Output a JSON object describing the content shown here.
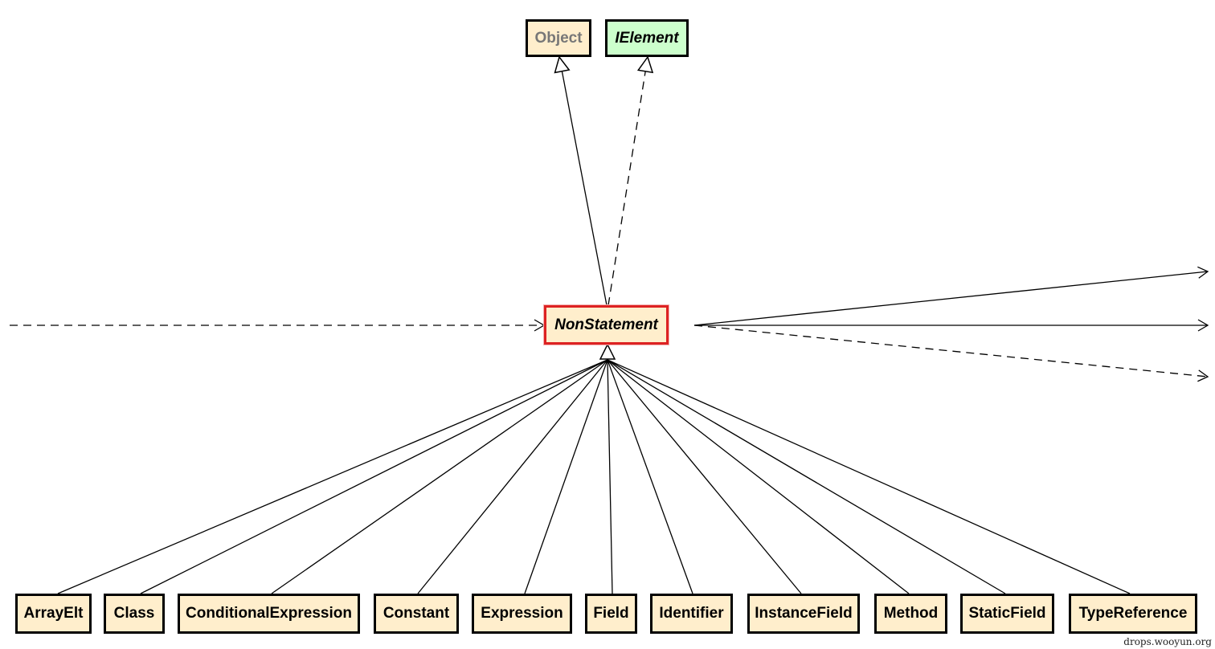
{
  "diagram": {
    "center": {
      "id": "NonStatement",
      "label": "NonStatement"
    },
    "parents": [
      {
        "id": "Object",
        "label": "Object"
      },
      {
        "id": "IElement",
        "label": "IElement"
      }
    ],
    "children": [
      {
        "id": "ArrayElt",
        "label": "ArrayElt"
      },
      {
        "id": "Class",
        "label": "Class"
      },
      {
        "id": "ConditionalExpression",
        "label": "ConditionalExpression"
      },
      {
        "id": "Constant",
        "label": "Constant"
      },
      {
        "id": "Expression",
        "label": "Expression"
      },
      {
        "id": "Field",
        "label": "Field"
      },
      {
        "id": "Identifier",
        "label": "Identifier"
      },
      {
        "id": "InstanceField",
        "label": "InstanceField"
      },
      {
        "id": "Method",
        "label": "Method"
      },
      {
        "id": "StaticField",
        "label": "StaticField"
      },
      {
        "id": "TypeReference",
        "label": "TypeReference"
      }
    ],
    "edges": [
      {
        "from": "NonStatement",
        "to": "Object",
        "kind": "generalization"
      },
      {
        "from": "NonStatement",
        "to": "IElement",
        "kind": "realization"
      },
      {
        "from": "ArrayElt",
        "to": "NonStatement",
        "kind": "generalization"
      },
      {
        "from": "Class",
        "to": "NonStatement",
        "kind": "generalization"
      },
      {
        "from": "ConditionalExpression",
        "to": "NonStatement",
        "kind": "generalization"
      },
      {
        "from": "Constant",
        "to": "NonStatement",
        "kind": "generalization"
      },
      {
        "from": "Expression",
        "to": "NonStatement",
        "kind": "generalization"
      },
      {
        "from": "Field",
        "to": "NonStatement",
        "kind": "generalization"
      },
      {
        "from": "Identifier",
        "to": "NonStatement",
        "kind": "generalization"
      },
      {
        "from": "InstanceField",
        "to": "NonStatement",
        "kind": "generalization"
      },
      {
        "from": "Method",
        "to": "NonStatement",
        "kind": "generalization"
      },
      {
        "from": "StaticField",
        "to": "NonStatement",
        "kind": "generalization"
      },
      {
        "from": "TypeReference",
        "to": "NonStatement",
        "kind": "generalization"
      },
      {
        "from": "offscreen-left",
        "to": "NonStatement",
        "kind": "dependency"
      },
      {
        "from": "NonStatement",
        "to": "offscreen-right-1",
        "kind": "association"
      },
      {
        "from": "NonStatement",
        "to": "offscreen-right-2",
        "kind": "association"
      },
      {
        "from": "NonStatement",
        "to": "offscreen-right-3",
        "kind": "dependency"
      }
    ]
  },
  "colors": {
    "class_fill": "#ffeecc",
    "interface_fill": "#ccffcc",
    "border": "#000000",
    "selected_border": "#dd2222",
    "muted_text": "#777777"
  },
  "watermark": "drops.wooyun.org"
}
